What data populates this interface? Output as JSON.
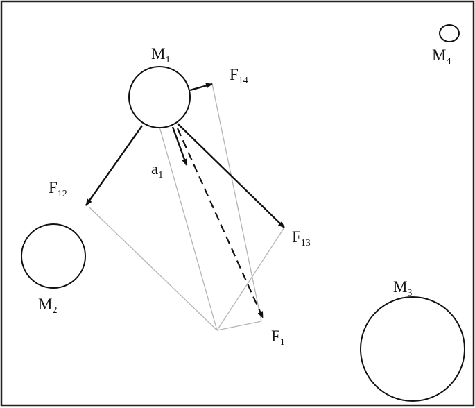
{
  "colors": {
    "ink": "#111111",
    "construction": "#b4b4b4",
    "frame": "#222222",
    "background": "#ffffff"
  },
  "masses": [
    {
      "letter": "M",
      "subscript": "1"
    },
    {
      "letter": "M",
      "subscript": "2"
    },
    {
      "letter": "M",
      "subscript": "3"
    },
    {
      "letter": "M",
      "subscript": "4"
    }
  ],
  "forces": [
    {
      "letter": "F",
      "subscript": "14"
    },
    {
      "letter": "F",
      "subscript": "12"
    },
    {
      "letter": "F",
      "subscript": "13"
    },
    {
      "letter": "F",
      "subscript": "1"
    }
  ],
  "acceleration": {
    "letter": "a",
    "subscript": "1"
  }
}
